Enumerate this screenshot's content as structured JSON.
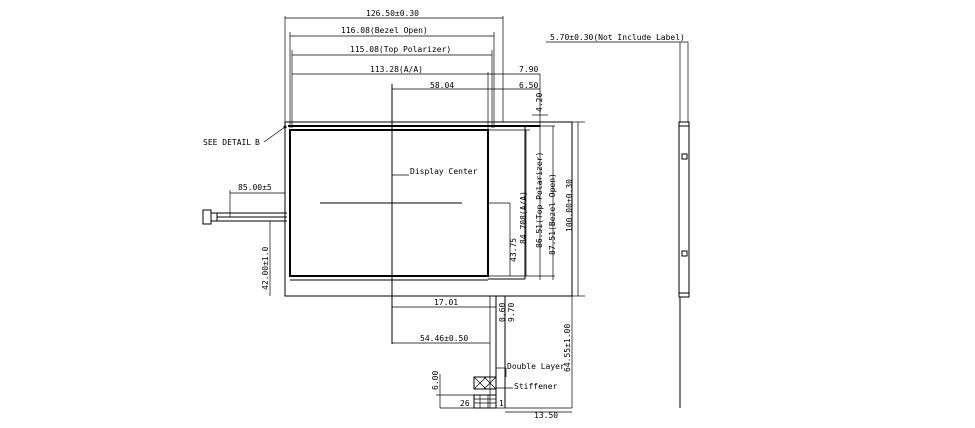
{
  "dimensions": {
    "overall_width": "126.50±0.30",
    "bezel_open_width": "116.08(Bezel Open)",
    "top_polarizer_width": "115.08(Top Polarizer)",
    "active_area_width": "113.28(A/A)",
    "right_offset_1": "7.90",
    "right_offset_2": "6.50",
    "half_width": "58.04",
    "top_offset": "4.20",
    "cable_length": "85.00±5",
    "cable_height": "42.00±1.0",
    "active_area_height": "84.708(A/A)",
    "top_polarizer_height": "86.51(Top Polarizer)",
    "bezel_open_height": "87.51(Bezel Open)",
    "overall_height": "100.00±0.30",
    "half_height": "43.75",
    "tail_offset": "17.01",
    "tail_small_1": "0.60",
    "tail_small_2": "9.70",
    "tail_position": "54.46±0.50",
    "total_length": "64.55±1.00",
    "stiffener_height": "6.00",
    "tail_width": "26",
    "tail_gap": "1",
    "tail_right": "13.50",
    "thickness": "5.70±0.30(Not Include Label)"
  },
  "labels": {
    "detail": "SEE DETAIL",
    "detail_ref": "B",
    "display_center": "Display Center",
    "double_layer": "Double Layer",
    "stiffener": "Stiffener"
  }
}
